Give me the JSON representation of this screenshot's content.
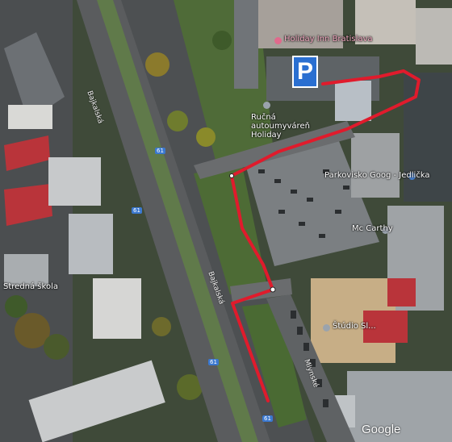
{
  "places": [
    {
      "id": "hotel",
      "label": "Holiday Inn Bratislava",
      "color": "#e06a8c"
    },
    {
      "id": "autoumyvaren",
      "label": "Ručná autoumyváreň Holiday",
      "color": "#9aa3ad"
    },
    {
      "id": "parkovisko",
      "label": "Parkovisko Goog - Jedlička",
      "color": "#4a86d8"
    },
    {
      "id": "mccarthy",
      "label": "Mc Carthy",
      "color": "#9aa3ad"
    },
    {
      "id": "studio",
      "label": "Štúdio Sl...",
      "color": "#9aa3ad"
    },
    {
      "id": "skola",
      "label": "Stredná škola",
      "color": "#9aa3ad"
    }
  ],
  "streets": {
    "left": "Bajkalská",
    "center": "Bajkalská",
    "right": "Mlynské"
  },
  "road_numbers": [
    "61",
    "61",
    "61",
    "61"
  ],
  "parking_sign": "P",
  "attribution": "Google",
  "colors": {
    "route": "#e01b2c",
    "parking": "#2a6fd1"
  }
}
